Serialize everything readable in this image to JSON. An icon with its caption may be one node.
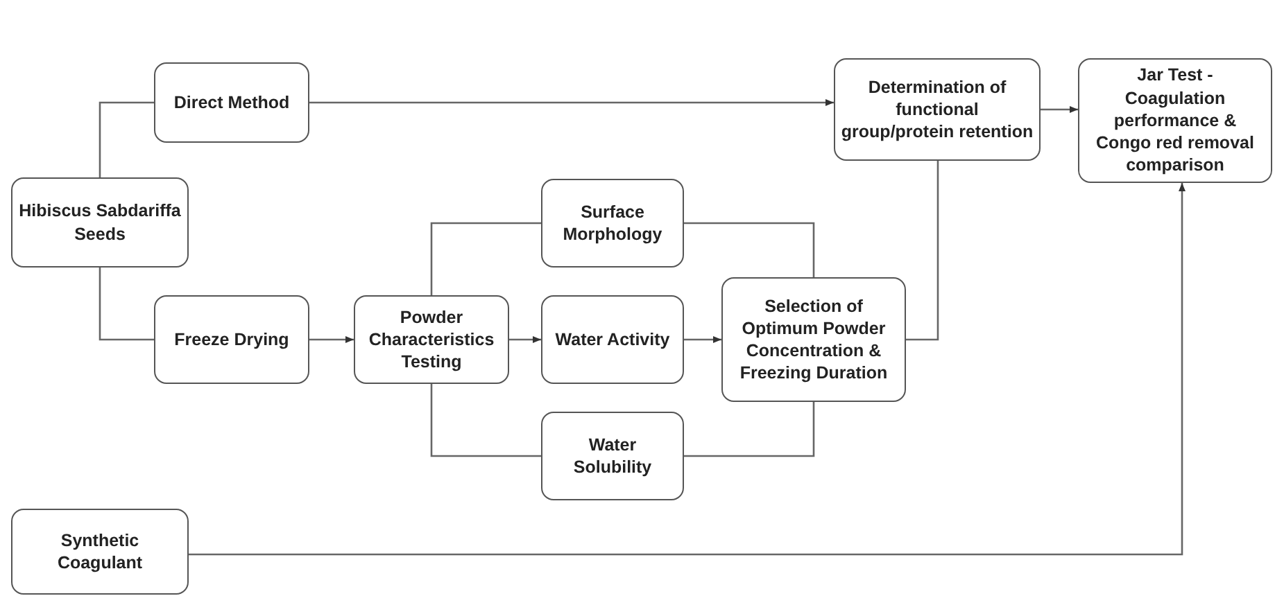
{
  "diagram": {
    "nodes": [
      {
        "text": [
          "Hibiscus Sabdariffa Seeds"
        ]
      },
      {
        "text": [
          "Direct Method"
        ]
      },
      {
        "text": [
          "Freeze Drying"
        ]
      },
      {
        "text": [
          "Powder Characteristics Testing"
        ]
      },
      {
        "text": [
          "Surface Morphology"
        ]
      },
      {
        "text": [
          "Water Activity"
        ]
      },
      {
        "text": [
          "Water Solubility"
        ]
      },
      {
        "text": [
          "Selection of Optimum Powder Concentration & Freezing Duration"
        ]
      },
      {
        "text": [
          "Determination of functional group/protein retention"
        ]
      },
      {
        "text": [
          "Jar Test - Coagulation performance & Congo red removal comparison"
        ]
      },
      {
        "text": [
          "Synthetic Coagulant"
        ]
      }
    ],
    "edges": [
      {
        "from": 0,
        "to": 1,
        "arrow": "none"
      },
      {
        "from": 0,
        "to": 2,
        "arrow": "none"
      },
      {
        "from": 1,
        "to": 8,
        "arrow": "to"
      },
      {
        "from": 2,
        "to": 3,
        "arrow": "to"
      },
      {
        "from": 3,
        "to": 4,
        "arrow": "none"
      },
      {
        "from": 3,
        "to": 5,
        "arrow": "to"
      },
      {
        "from": 3,
        "to": 6,
        "arrow": "none"
      },
      {
        "from": 4,
        "to": 7,
        "arrow": "none"
      },
      {
        "from": 5,
        "to": 7,
        "arrow": "to"
      },
      {
        "from": 6,
        "to": 7,
        "arrow": "none"
      },
      {
        "from": 7,
        "to": 8,
        "arrow": "none"
      },
      {
        "from": 8,
        "to": 9,
        "arrow": "to"
      },
      {
        "from": 10,
        "to": 9,
        "arrow": "to"
      }
    ]
  }
}
